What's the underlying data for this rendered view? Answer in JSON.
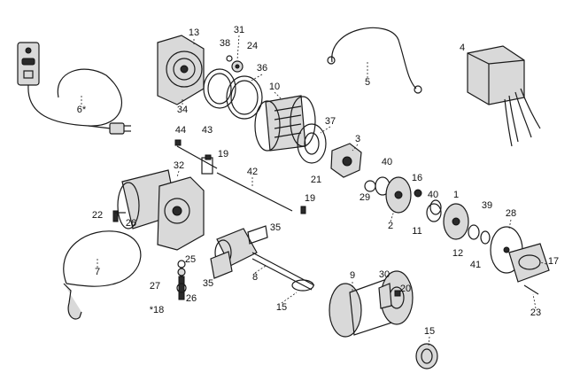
{
  "callouts": {
    "c1": "1",
    "c2": "2",
    "c3": "3",
    "c4": "4",
    "c5": "5",
    "c6": "6*",
    "c7": "7",
    "c8": "8",
    "c9": "9",
    "c10": "10",
    "c11": "11",
    "c12": "12",
    "c13": "13",
    "c15a": "15",
    "c15b": "15",
    "c16": "16",
    "c17": "17",
    "c18": "*18",
    "c19a": "19",
    "c19b": "19",
    "c20": "20",
    "c21": "21",
    "c22": "22",
    "c23": "23",
    "c24": "24",
    "c25": "25",
    "c26a": "26",
    "c26b": "26",
    "c27": "27",
    "c28": "28",
    "c29": "29",
    "c30": "30",
    "c31": "31",
    "c32": "32",
    "c34": "34",
    "c35a": "35",
    "c35b": "35",
    "c36": "36",
    "c37": "37",
    "c38": "38",
    "c39": "39",
    "c40a": "40",
    "c40b": "40",
    "c41": "41",
    "c42": "42",
    "c43": "43",
    "c44": "44"
  }
}
